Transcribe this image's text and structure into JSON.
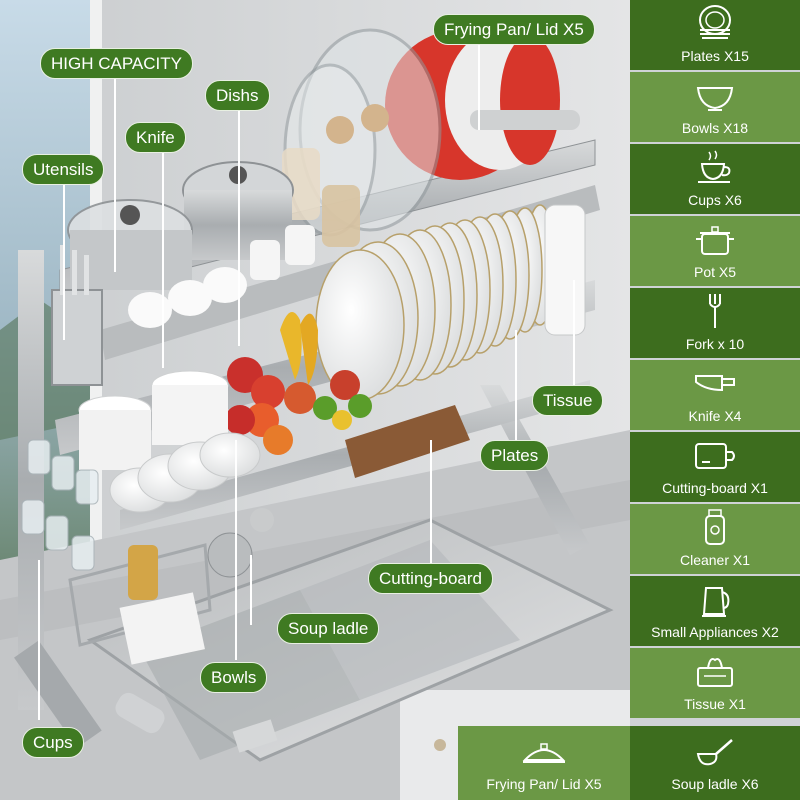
{
  "callouts": {
    "high_capacity": "HIGH CAPACITY",
    "frying_pan_lid": "Frying Pan/ Lid X5",
    "dishs": "Dishs",
    "knife": "Knife",
    "utensils": "Utensils",
    "tissue": "Tissue",
    "plates": "Plates",
    "cutting_board": "Cutting-board",
    "soup_ladle": "Soup ladle",
    "bowls": "Bowls",
    "cups": "Cups"
  },
  "panel": {
    "items": [
      {
        "label": "Plates X15",
        "icon": "plates-icon"
      },
      {
        "label": "Bowls X18",
        "icon": "bowl-icon"
      },
      {
        "label": "Cups X6",
        "icon": "cup-icon"
      },
      {
        "label": "Pot X5",
        "icon": "pot-icon"
      },
      {
        "label": "Fork x 10",
        "icon": "fork-icon"
      },
      {
        "label": "Knife X4",
        "icon": "knife-icon"
      },
      {
        "label": "Cutting-board X1",
        "icon": "cutting-board-icon"
      },
      {
        "label": "Cleaner X1",
        "icon": "cleaner-icon"
      },
      {
        "label": "Small Appliances X2",
        "icon": "kettle-icon"
      },
      {
        "label": "Tissue X1",
        "icon": "tissue-box-icon"
      }
    ]
  },
  "bottom": {
    "items": [
      {
        "label": "Frying Pan/ Lid X5",
        "icon": "lid-icon"
      },
      {
        "label": "Soup ladle X6",
        "icon": "ladle-icon"
      }
    ]
  },
  "colors": {
    "dark_green": "#3d6d1e",
    "light_green": "#6b9845",
    "tag_green": "#3f7a22"
  }
}
